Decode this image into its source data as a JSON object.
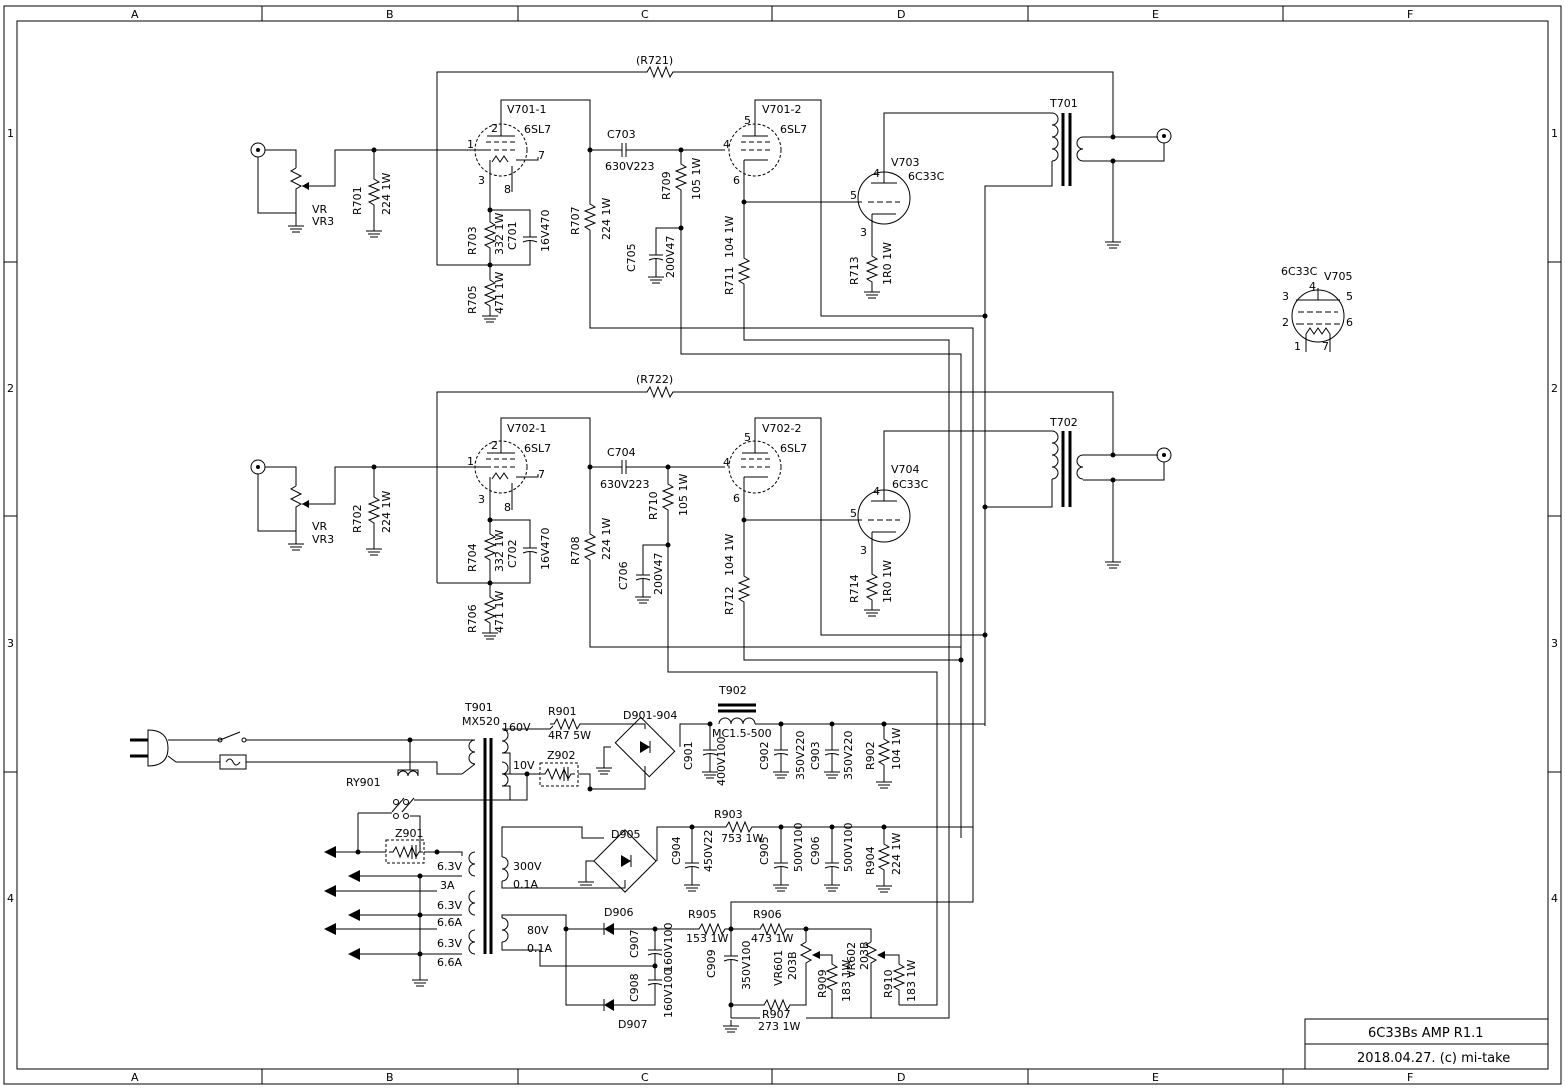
{
  "frame": {
    "columns": [
      "A",
      "B",
      "C",
      "D",
      "E",
      "F"
    ],
    "rows": [
      "1",
      "2",
      "3",
      "4"
    ]
  },
  "title_block": {
    "title": "6C33Bs AMP R1.1",
    "date_credit": "2018.04.27.  (c) mi-take"
  },
  "ch1": {
    "fb_resistor": "(R721)",
    "in_pot": [
      "VR",
      "VR3"
    ],
    "r_in": [
      "R701",
      "224 1W"
    ],
    "v1": [
      "V701-1",
      "6SL7"
    ],
    "r_cath": [
      "R703",
      "332 1W"
    ],
    "c_cath": [
      "C701",
      "16V470"
    ],
    "r_fb": [
      "R705",
      "471 1W"
    ],
    "r_plate": [
      "R707",
      "224 1W"
    ],
    "c_couple": [
      "C703",
      "630V223"
    ],
    "r_grid": [
      "R709",
      "105 1W"
    ],
    "c_dec": [
      "C705",
      "200V47"
    ],
    "v2": [
      "V701-2",
      "6SL7"
    ],
    "r_load": [
      "R711",
      "104 1W"
    ],
    "out_tube": [
      "V703",
      "6C33C"
    ],
    "r_out_cath": [
      "R713",
      "1R0 1W"
    ],
    "transformer": "T701"
  },
  "ch2": {
    "fb_resistor": "(R722)",
    "in_pot": [
      "VR",
      "VR3"
    ],
    "r_in": [
      "R702",
      "224 1W"
    ],
    "v1": [
      "V702-1",
      "6SL7"
    ],
    "r_cath": [
      "R704",
      "332 1W"
    ],
    "c_cath": [
      "C702",
      "16V470"
    ],
    "r_fb": [
      "R706",
      "471 1W"
    ],
    "r_plate": [
      "R708",
      "224 1W"
    ],
    "c_couple": [
      "C704",
      "630V223"
    ],
    "r_grid": [
      "R710",
      "105 1W"
    ],
    "c_dec": [
      "C706",
      "200V47"
    ],
    "v2": [
      "V702-2",
      "6SL7"
    ],
    "r_load": [
      "R712",
      "104 1W"
    ],
    "out_tube": [
      "V704",
      "6C33C"
    ],
    "r_out_cath": [
      "R714",
      "1R0 1W"
    ],
    "transformer": "T702"
  },
  "pins": {
    "g1": "1",
    "p1": "2",
    "k1": "3",
    "h7": "7",
    "h8": "8",
    "p2": "5",
    "g2": "4",
    "k2": "6",
    "out_p": "4",
    "out_g": "5",
    "out_k": "3"
  },
  "v705": {
    "type": "6C33C",
    "ref": "V705",
    "pins": [
      "3",
      "4",
      "5",
      "2",
      "6",
      "1",
      "7"
    ]
  },
  "psu": {
    "mains_tx": [
      "T901",
      "MX520"
    ],
    "relay": "RY901",
    "hv_winding": "160V",
    "r901": [
      "R901",
      "4R7 5W"
    ],
    "d901": "D901-904",
    "choke": [
      "T902",
      "MC1.5-500"
    ],
    "c901": [
      "C901",
      "400V100"
    ],
    "c902": [
      "C902",
      "350V220"
    ],
    "c903": [
      "C903",
      "350V220"
    ],
    "r902": [
      "R902",
      "104 1W"
    ],
    "w10": "10V",
    "z902": "Z902",
    "z901": "Z901",
    "r903": [
      "R903",
      "753 1W"
    ],
    "d905": "D905",
    "c904": [
      "C904",
      "450V22"
    ],
    "c905": [
      "C905",
      "500V100"
    ],
    "c906": [
      "C906",
      "500V100"
    ],
    "r904": [
      "R904",
      "224 1W"
    ],
    "w300": [
      "300V",
      "0.1A"
    ],
    "heaters": [
      "6.3V",
      "3A",
      "6.3V",
      "6.6A",
      "6.3V",
      "6.6A"
    ],
    "w80": [
      "80V",
      "0.1A"
    ],
    "d906": "D906",
    "d907": "D907",
    "c907": [
      "C907",
      "160V100"
    ],
    "c908": [
      "C908",
      "160V100"
    ],
    "r905": [
      "R905",
      "153 1W"
    ],
    "r906": [
      "R906",
      "473 1W"
    ],
    "c909": [
      "C909",
      "350V100"
    ],
    "vr601": [
      "VR601",
      "203B"
    ],
    "vr602": [
      "VR602",
      "203B"
    ],
    "r909": [
      "R909",
      "183 1W"
    ],
    "r910": [
      "R910",
      "183 1W"
    ],
    "r907": [
      "R907",
      "273 1W"
    ]
  }
}
